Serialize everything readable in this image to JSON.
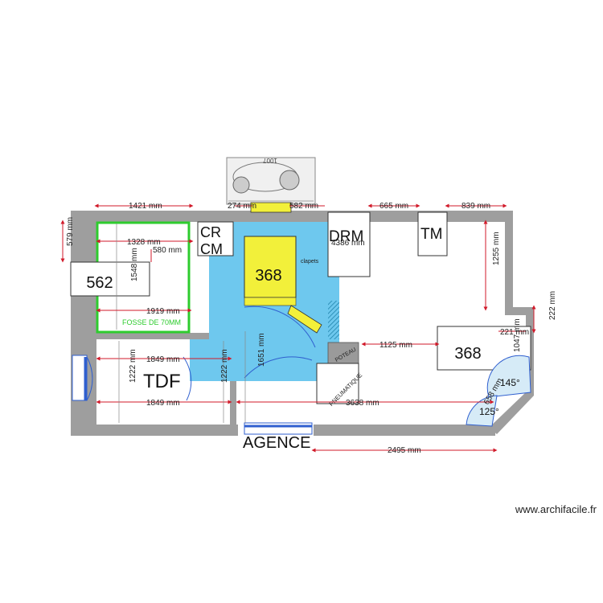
{
  "labels": {
    "room_562": "562",
    "room_368_yellow": "368",
    "room_368_right": "368",
    "cr": "CR",
    "cm": "CM",
    "drm": "DRM",
    "tm": "TM",
    "tdf": "TDF",
    "agence": "AGENCE",
    "fosse": "FOSSE DE 70MM",
    "poteau": "POTEAU",
    "pneumatique": "PNEUMATIQUE",
    "angle_145": "145°",
    "angle_125": "125°",
    "cabinet_note": "clapets",
    "vehicle_top": "1007"
  },
  "dimensions": {
    "d1421": "1421 mm",
    "d274": "274 mm",
    "d582": "582 mm",
    "d665": "665 mm",
    "d839": "839 mm",
    "d1328": "1328 mm",
    "d580": "580 mm",
    "d4386": "4386 mm",
    "d579": "579 mm",
    "d1548": "1548 mm",
    "d1919": "1919 mm",
    "d1255": "1255 mm",
    "d221": "221 mm",
    "d222": "222 mm",
    "d1125": "1125 mm",
    "d1047": "1047 mm",
    "d1849a": "1849 mm",
    "d1849b": "1849 mm",
    "d1222a": "1222 mm",
    "d1222b": "1222 mm",
    "d1651": "1651 mm",
    "d3638": "3638 mm",
    "d2495": "2495 mm",
    "d658": "658 mm"
  },
  "watermark": "www.archifacile.fr",
  "colors": {
    "wall": "#9e9e9e",
    "room_fill": "#6ec8ee",
    "yellow": "#f2f03a",
    "door_blue": "#2f5fcf",
    "dim_red": "#d11a2a",
    "fosse_green": "#2ecc2e"
  }
}
